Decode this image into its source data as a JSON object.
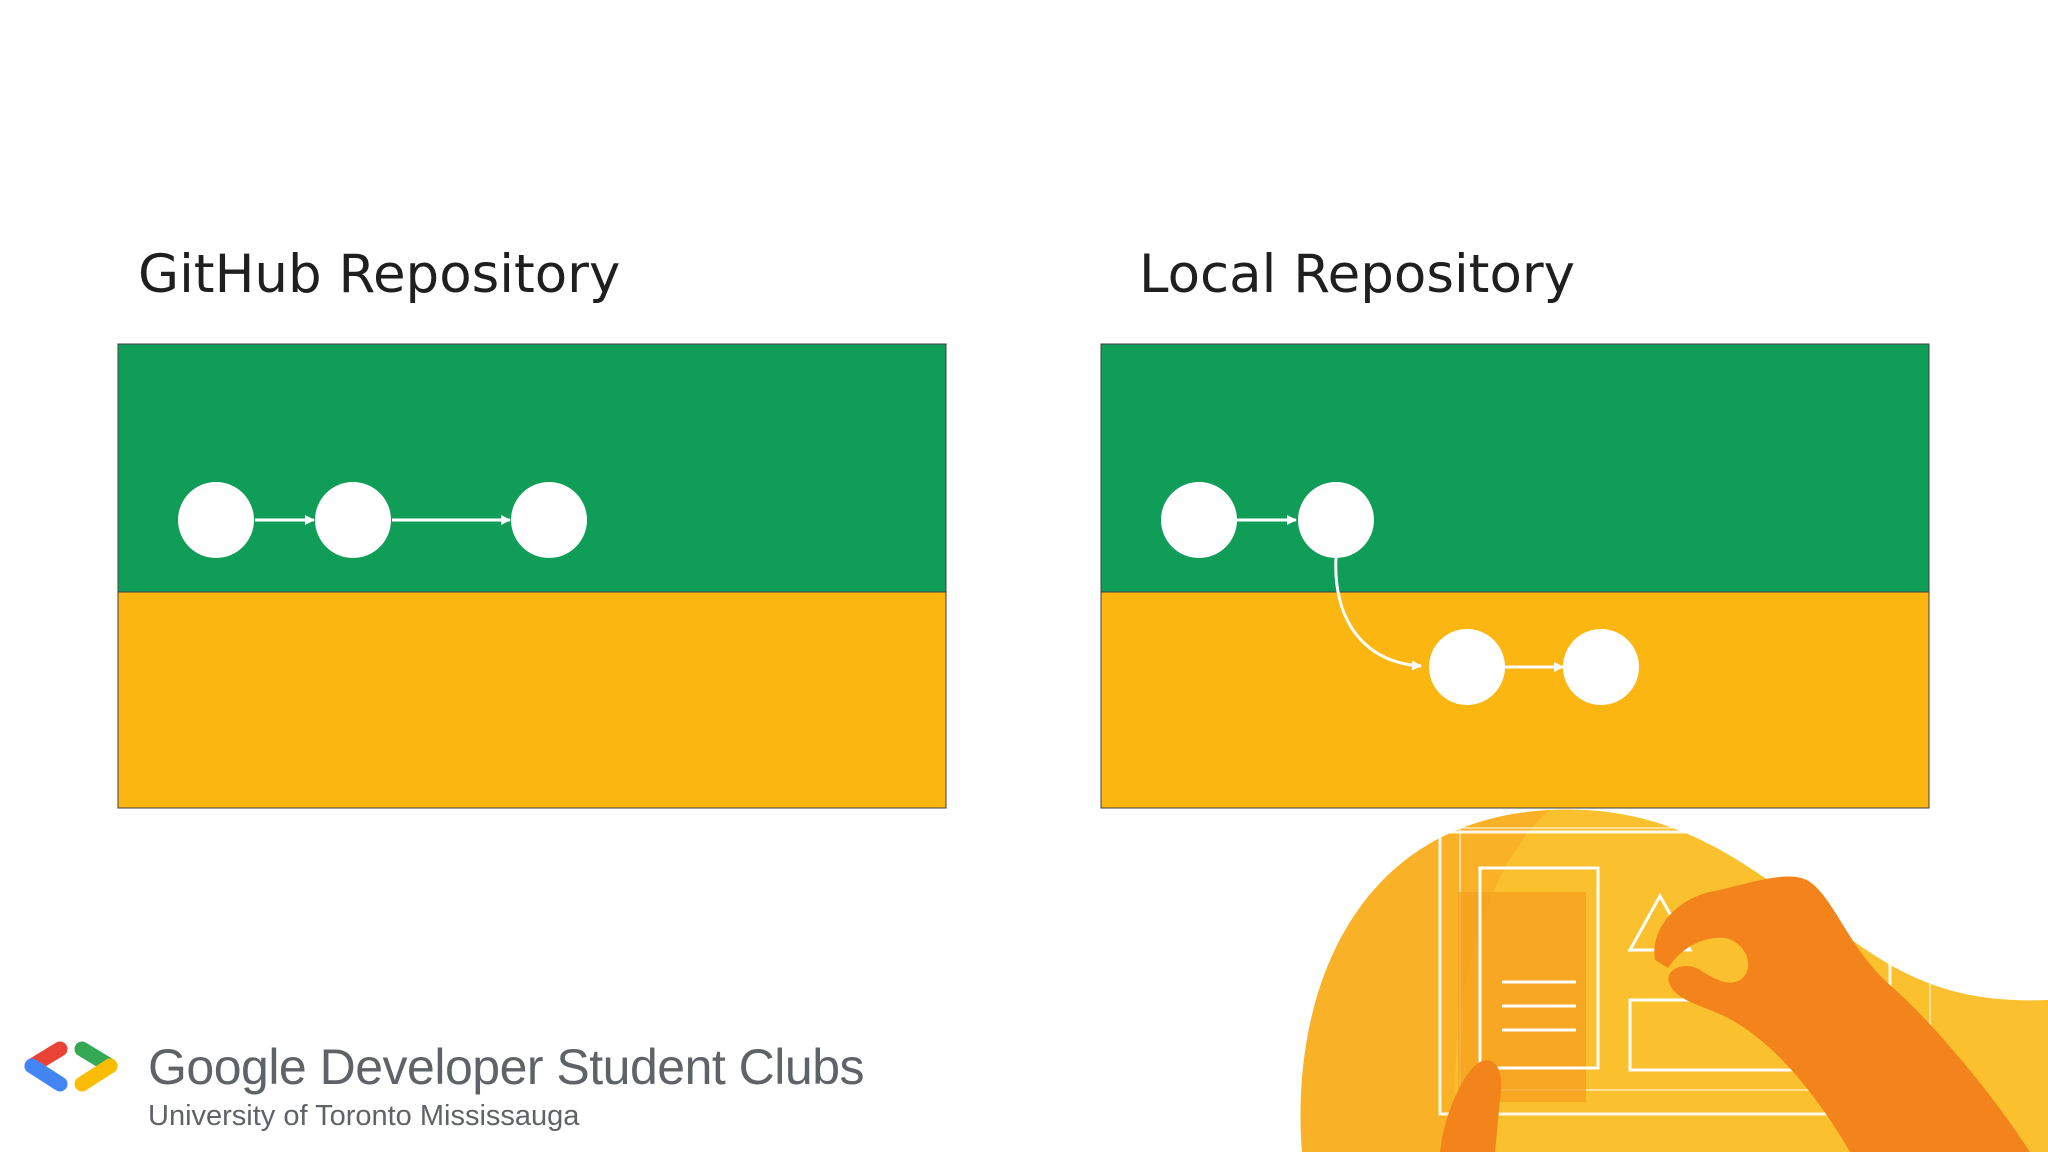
{
  "panels": {
    "left": {
      "title": "GitHub Repository"
    },
    "right": {
      "title": "Local Repository"
    }
  },
  "colors": {
    "main_lane": "#0f9d58",
    "feature_lane": "#fbb612",
    "commit_node": "#ffffff",
    "text": "#1f1f1f",
    "logo_text": "#5f6368",
    "logo_red": "#ea4335",
    "logo_blue": "#4285f4",
    "logo_green": "#34a853",
    "logo_yellow": "#fbbc04",
    "hand": "#f2841b"
  },
  "branding": {
    "name": "Google Developer Student Clubs",
    "chapter": "University of Toronto Mississauga"
  },
  "icons": [
    "gdsc-logo-icon"
  ]
}
